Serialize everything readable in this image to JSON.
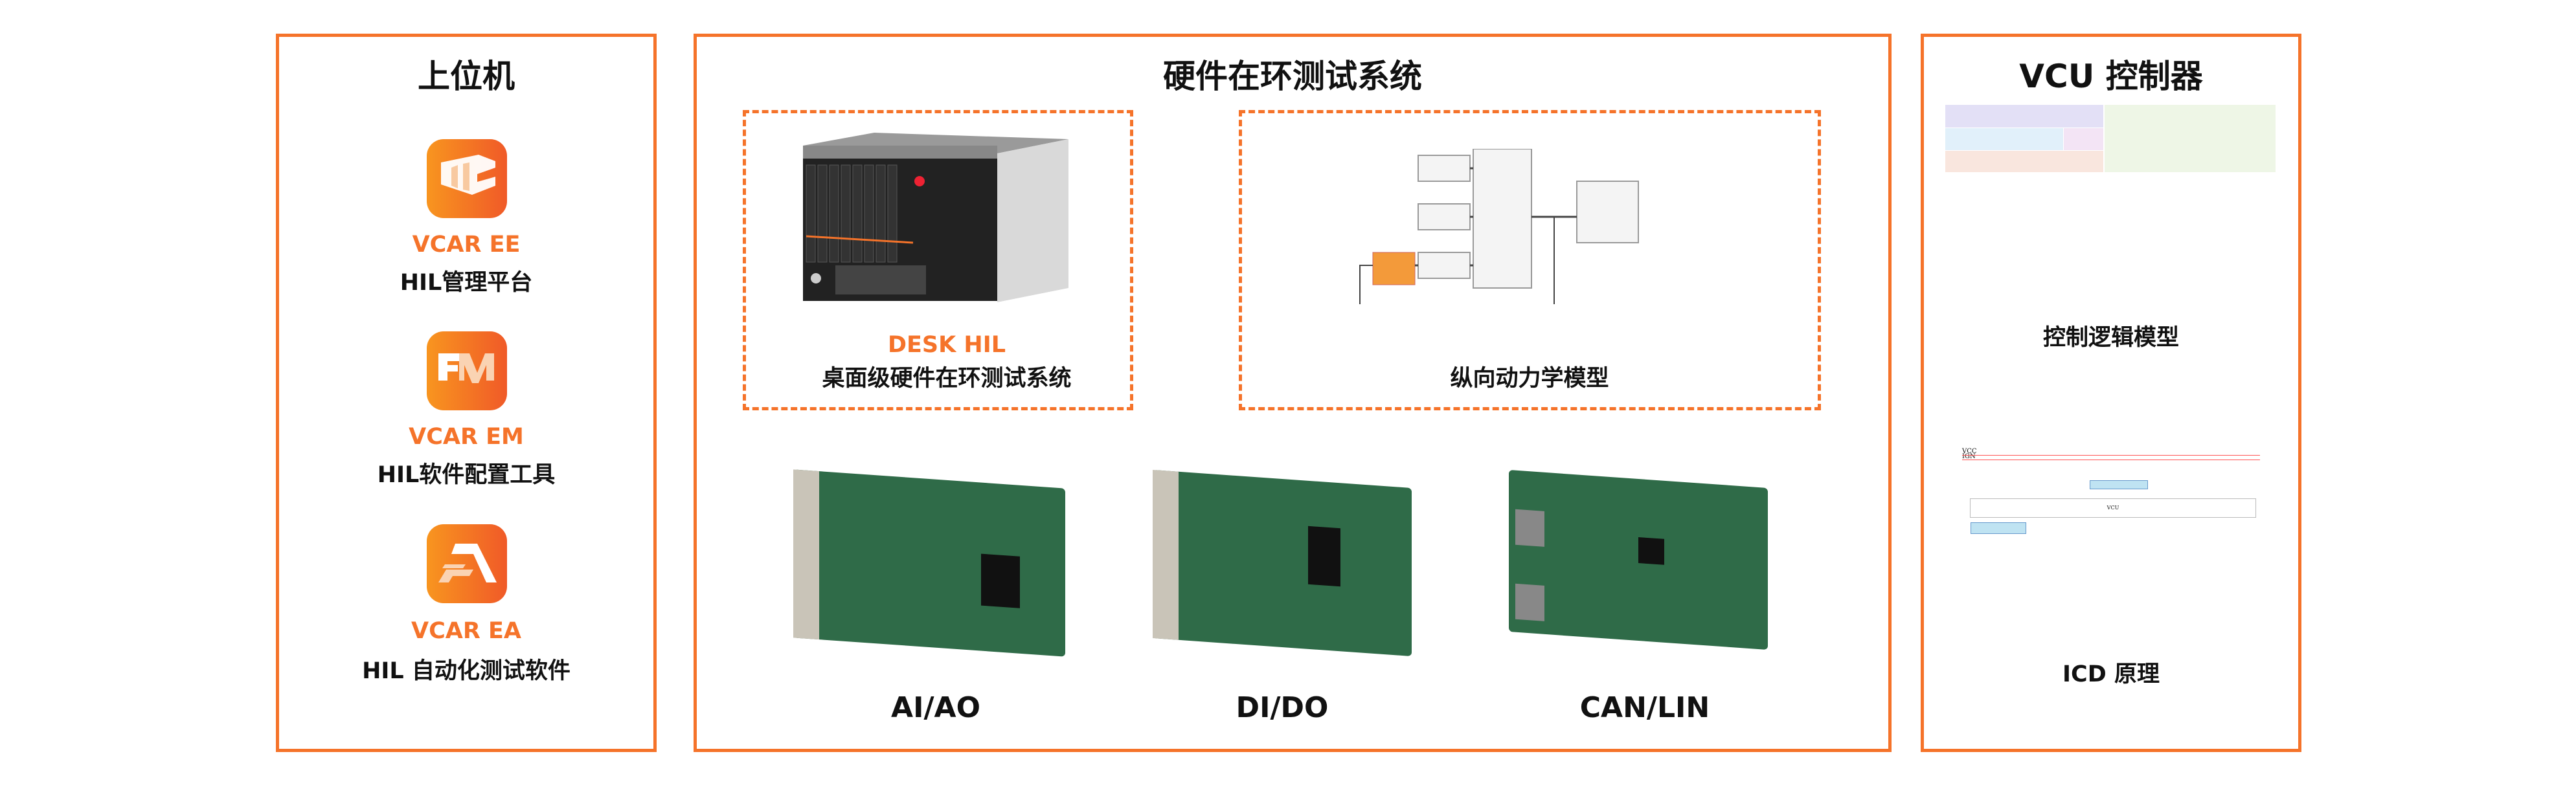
{
  "host": {
    "title": "上位机",
    "items": [
      {
        "name": "VCAR EE",
        "desc": "HIL管理平台",
        "icon": "vcar-ee-logo"
      },
      {
        "name": "VCAR EM",
        "desc": "HIL软件配置工具",
        "icon": "vcar-em-logo"
      },
      {
        "name": "VCAR EA",
        "desc": "HIL 自动化测试软件",
        "icon": "vcar-ea-logo"
      }
    ]
  },
  "hil": {
    "title": "硬件在环测试系统",
    "desk": {
      "name": "DESK HIL",
      "desc": "桌面级硬件在环测试系统"
    },
    "model": {
      "desc": "纵向动力学模型"
    },
    "cards": [
      {
        "label": "AI/AO"
      },
      {
        "label": "DI/DO"
      },
      {
        "label": "CAN/LIN"
      }
    ]
  },
  "vcu": {
    "title": "VCU 控制器",
    "logic": {
      "desc": "控制逻辑模型"
    },
    "icd": {
      "desc": "ICD 原理",
      "vcc": "VCC",
      "ign": "IGN",
      "vcu": "VCU"
    }
  },
  "colors": {
    "accent": "#f5732a"
  }
}
